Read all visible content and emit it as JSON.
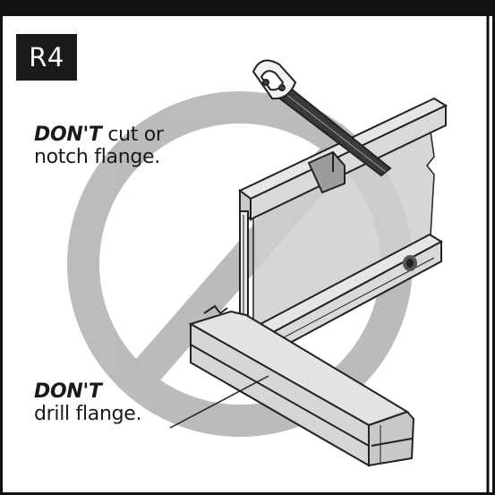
{
  "badge": "R4",
  "notes": {
    "cut": {
      "dont": "DON'T",
      "line1_rest": " cut or",
      "line2": "notch flange."
    },
    "drill": {
      "dont": "DON'T",
      "line2": "drill flange."
    }
  },
  "colors": {
    "frame": "#111111",
    "prohibition_ring": "#b8b8b8",
    "web": "#cfcfcf",
    "wood_light": "#e3e3e3",
    "wood_mid": "#c8c8c8",
    "line": "#222222"
  },
  "icons": [
    "handsaw-icon",
    "prohibition-sign-icon",
    "drill-hole-icon"
  ]
}
